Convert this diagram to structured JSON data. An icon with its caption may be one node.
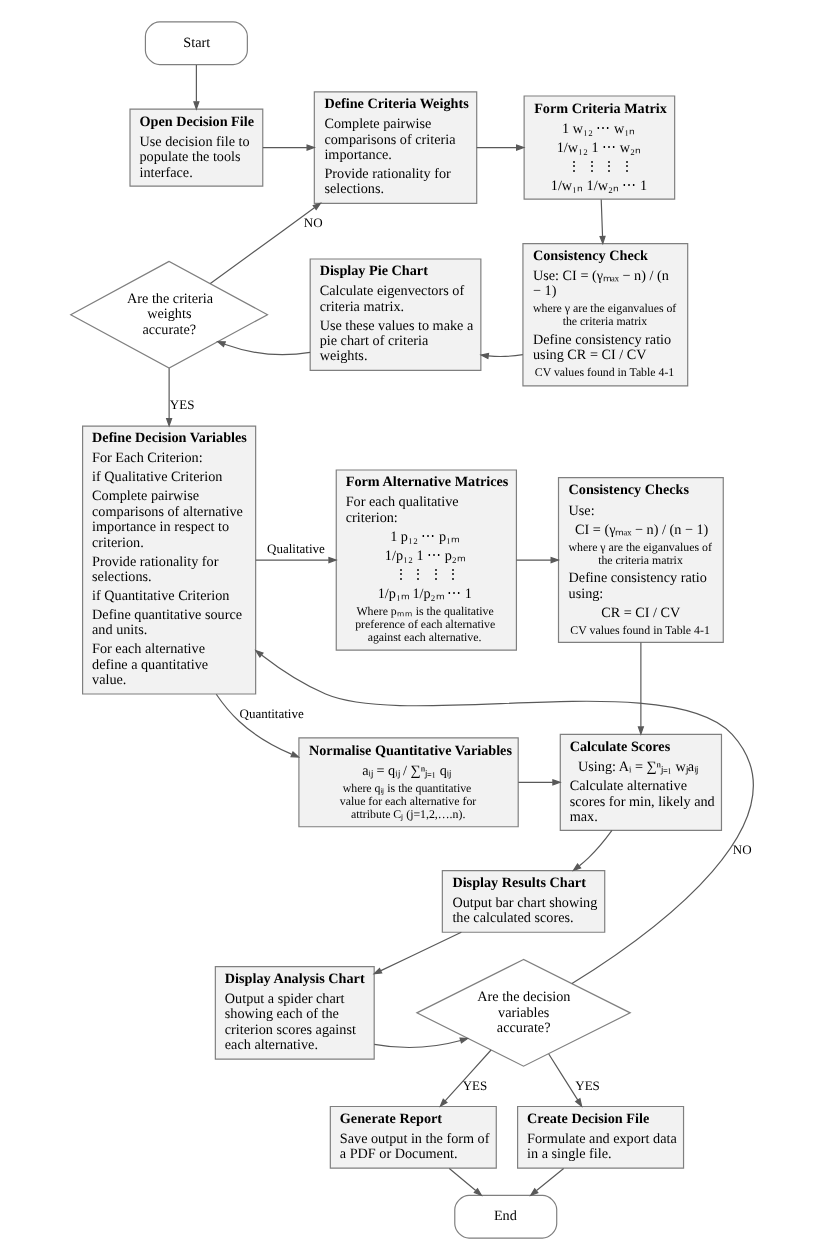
{
  "diagram": {
    "nodes": [
      {
        "text": [
          "Start"
        ]
      },
      {
        "text": [
          "Open Decision File",
          "Use decision file to populate the tools interface."
        ]
      },
      {
        "text": [
          "Define Criteria Weights",
          "Complete pairwise comparisons of criteria importance.",
          "Provide rationality for selections."
        ]
      },
      {
        "text": [
          "Form Criteria Matrix",
          "1 w₁₂ ⋯ w₁ₙ",
          "1/w₁₂ 1 ⋯ w₂ₙ",
          "⋮ ⋮ ⋮ ⋮",
          "1/w₁ₙ 1/w₂ₙ ⋯ 1"
        ]
      },
      {
        "text": [
          "Consistency Check",
          "Use: CI = (γₘₐₓ − n) / (n − 1)",
          "where γ are the eiganvalues of the criteria matrix",
          "Define consistency ratio using CR = CI / CV",
          "CV values found in Table 4-1"
        ]
      },
      {
        "text": [
          "Display Pie Chart",
          "Calculate eigenvectors of criteria matrix.",
          "Use these values to make a pie chart of criteria weights."
        ]
      },
      {
        "text": [
          "Are the criteria weights accurate?"
        ]
      },
      {
        "text": [
          "Define Decision Variables",
          "For Each Criterion:",
          "if Qualitative Criterion",
          "Complete pairwise comparisons of alternative importance in respect to criterion.",
          "Provide rationality for selections.",
          "if Quantitative Criterion",
          "Define quantitative source and units.",
          "For each alternative define a quantitative value."
        ]
      },
      {
        "text": [
          "Form Alternative Matrices",
          "For each qualitative criterion:",
          "1 p₁₂ ⋯ p₁ₘ",
          "1/p₁₂ 1 ⋯ p₂ₘ",
          "⋮ ⋮ ⋮ ⋮",
          "1/p₁ₘ 1/p₂ₘ ⋯ 1",
          "Where pₘₘ is the qualitative preference of each alternative against each alternative."
        ]
      },
      {
        "text": [
          "Consistency Checks",
          "Use:",
          "CI = (γₘₐₓ − n) / (n − 1)",
          "where γ are the eiganvalues of the criteria matrix",
          "Define consistency ratio using:",
          "CR = CI / CV",
          "CV values found in Table 4-1"
        ]
      },
      {
        "text": [
          "Normalise Quantitative Variables",
          "aᵢⱼ = qᵢⱼ / ∑ⁿⱼ₌₁ qᵢⱼ",
          "where qᵢⱼ is the quantitative value for each alternative for attribute Cⱼ (j=1,2,….n)."
        ]
      },
      {
        "text": [
          "Calculate Scores",
          "Using: Aᵢ = ∑ⁿⱼ₌₁ wⱼaᵢⱼ",
          "Calculate alternative scores for min, likely and max."
        ]
      },
      {
        "text": [
          "Display Results Chart",
          "Output bar chart showing the calculated scores."
        ]
      },
      {
        "text": [
          "Display Analysis Chart",
          "Output a spider chart showing each of the criterion scores against each alternative."
        ]
      },
      {
        "text": [
          "Are the decision variables accurate?"
        ]
      },
      {
        "text": [
          "Generate Report",
          "Save output in the form of a PDF or Document."
        ]
      },
      {
        "text": [
          "Create Decision File",
          "Formulate and export data in a single file."
        ]
      },
      {
        "text": [
          "End"
        ]
      }
    ],
    "edges": [
      {
        "from": 0,
        "to": 1,
        "arrow": "to"
      },
      {
        "from": 1,
        "to": 2,
        "arrow": "to"
      },
      {
        "from": 2,
        "to": 3,
        "arrow": "to"
      },
      {
        "from": 3,
        "to": 4,
        "arrow": "to"
      },
      {
        "from": 4,
        "to": 5,
        "arrow": "to"
      },
      {
        "from": 5,
        "to": 6,
        "arrow": "to"
      },
      {
        "from": 6,
        "to": 2,
        "arrow": "to",
        "label": "NO"
      },
      {
        "from": 6,
        "to": 7,
        "arrow": "to",
        "label": "YES"
      },
      {
        "from": 7,
        "to": 8,
        "arrow": "to",
        "label": "Qualitative"
      },
      {
        "from": 7,
        "to": 10,
        "arrow": "to",
        "label": "Quantitative"
      },
      {
        "from": 8,
        "to": 9,
        "arrow": "to"
      },
      {
        "from": 9,
        "to": 11,
        "arrow": "to"
      },
      {
        "from": 10,
        "to": 11,
        "arrow": "to"
      },
      {
        "from": 11,
        "to": 12,
        "arrow": "to"
      },
      {
        "from": 12,
        "to": 13,
        "arrow": "to"
      },
      {
        "from": 13,
        "to": 14,
        "arrow": "to"
      },
      {
        "from": 14,
        "to": 7,
        "arrow": "to",
        "label": "NO"
      },
      {
        "from": 14,
        "to": 15,
        "arrow": "to",
        "label": "YES"
      },
      {
        "from": 14,
        "to": 16,
        "arrow": "to",
        "label": "YES"
      },
      {
        "from": 15,
        "to": 17,
        "arrow": "to"
      },
      {
        "from": 16,
        "to": 17,
        "arrow": "to"
      }
    ]
  }
}
